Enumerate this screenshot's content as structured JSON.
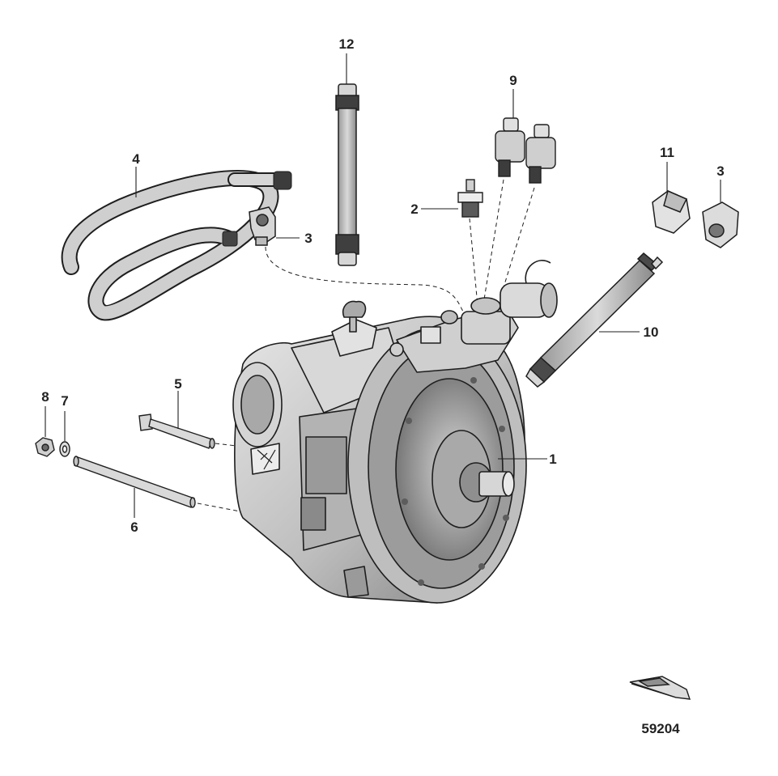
{
  "callouts": [
    {
      "id": "1",
      "label": "1"
    },
    {
      "id": "2",
      "label": "2"
    },
    {
      "id": "3a",
      "label": "3"
    },
    {
      "id": "3b",
      "label": "3"
    },
    {
      "id": "4",
      "label": "4"
    },
    {
      "id": "5",
      "label": "5"
    },
    {
      "id": "6",
      "label": "6"
    },
    {
      "id": "7",
      "label": "7"
    },
    {
      "id": "8",
      "label": "8"
    },
    {
      "id": "9",
      "label": "9"
    },
    {
      "id": "10",
      "label": "10"
    },
    {
      "id": "11",
      "label": "11"
    },
    {
      "id": "12",
      "label": "12"
    }
  ],
  "figure_number": "59204",
  "colors": {
    "line": "#1e1e1e",
    "body": "#c9c9c9",
    "body_dark": "#8e8e8e",
    "body_light": "#e4e4e4",
    "hose": "#bdbdbd",
    "background": "#ffffff"
  },
  "icons": {
    "boat": "boat-icon"
  }
}
